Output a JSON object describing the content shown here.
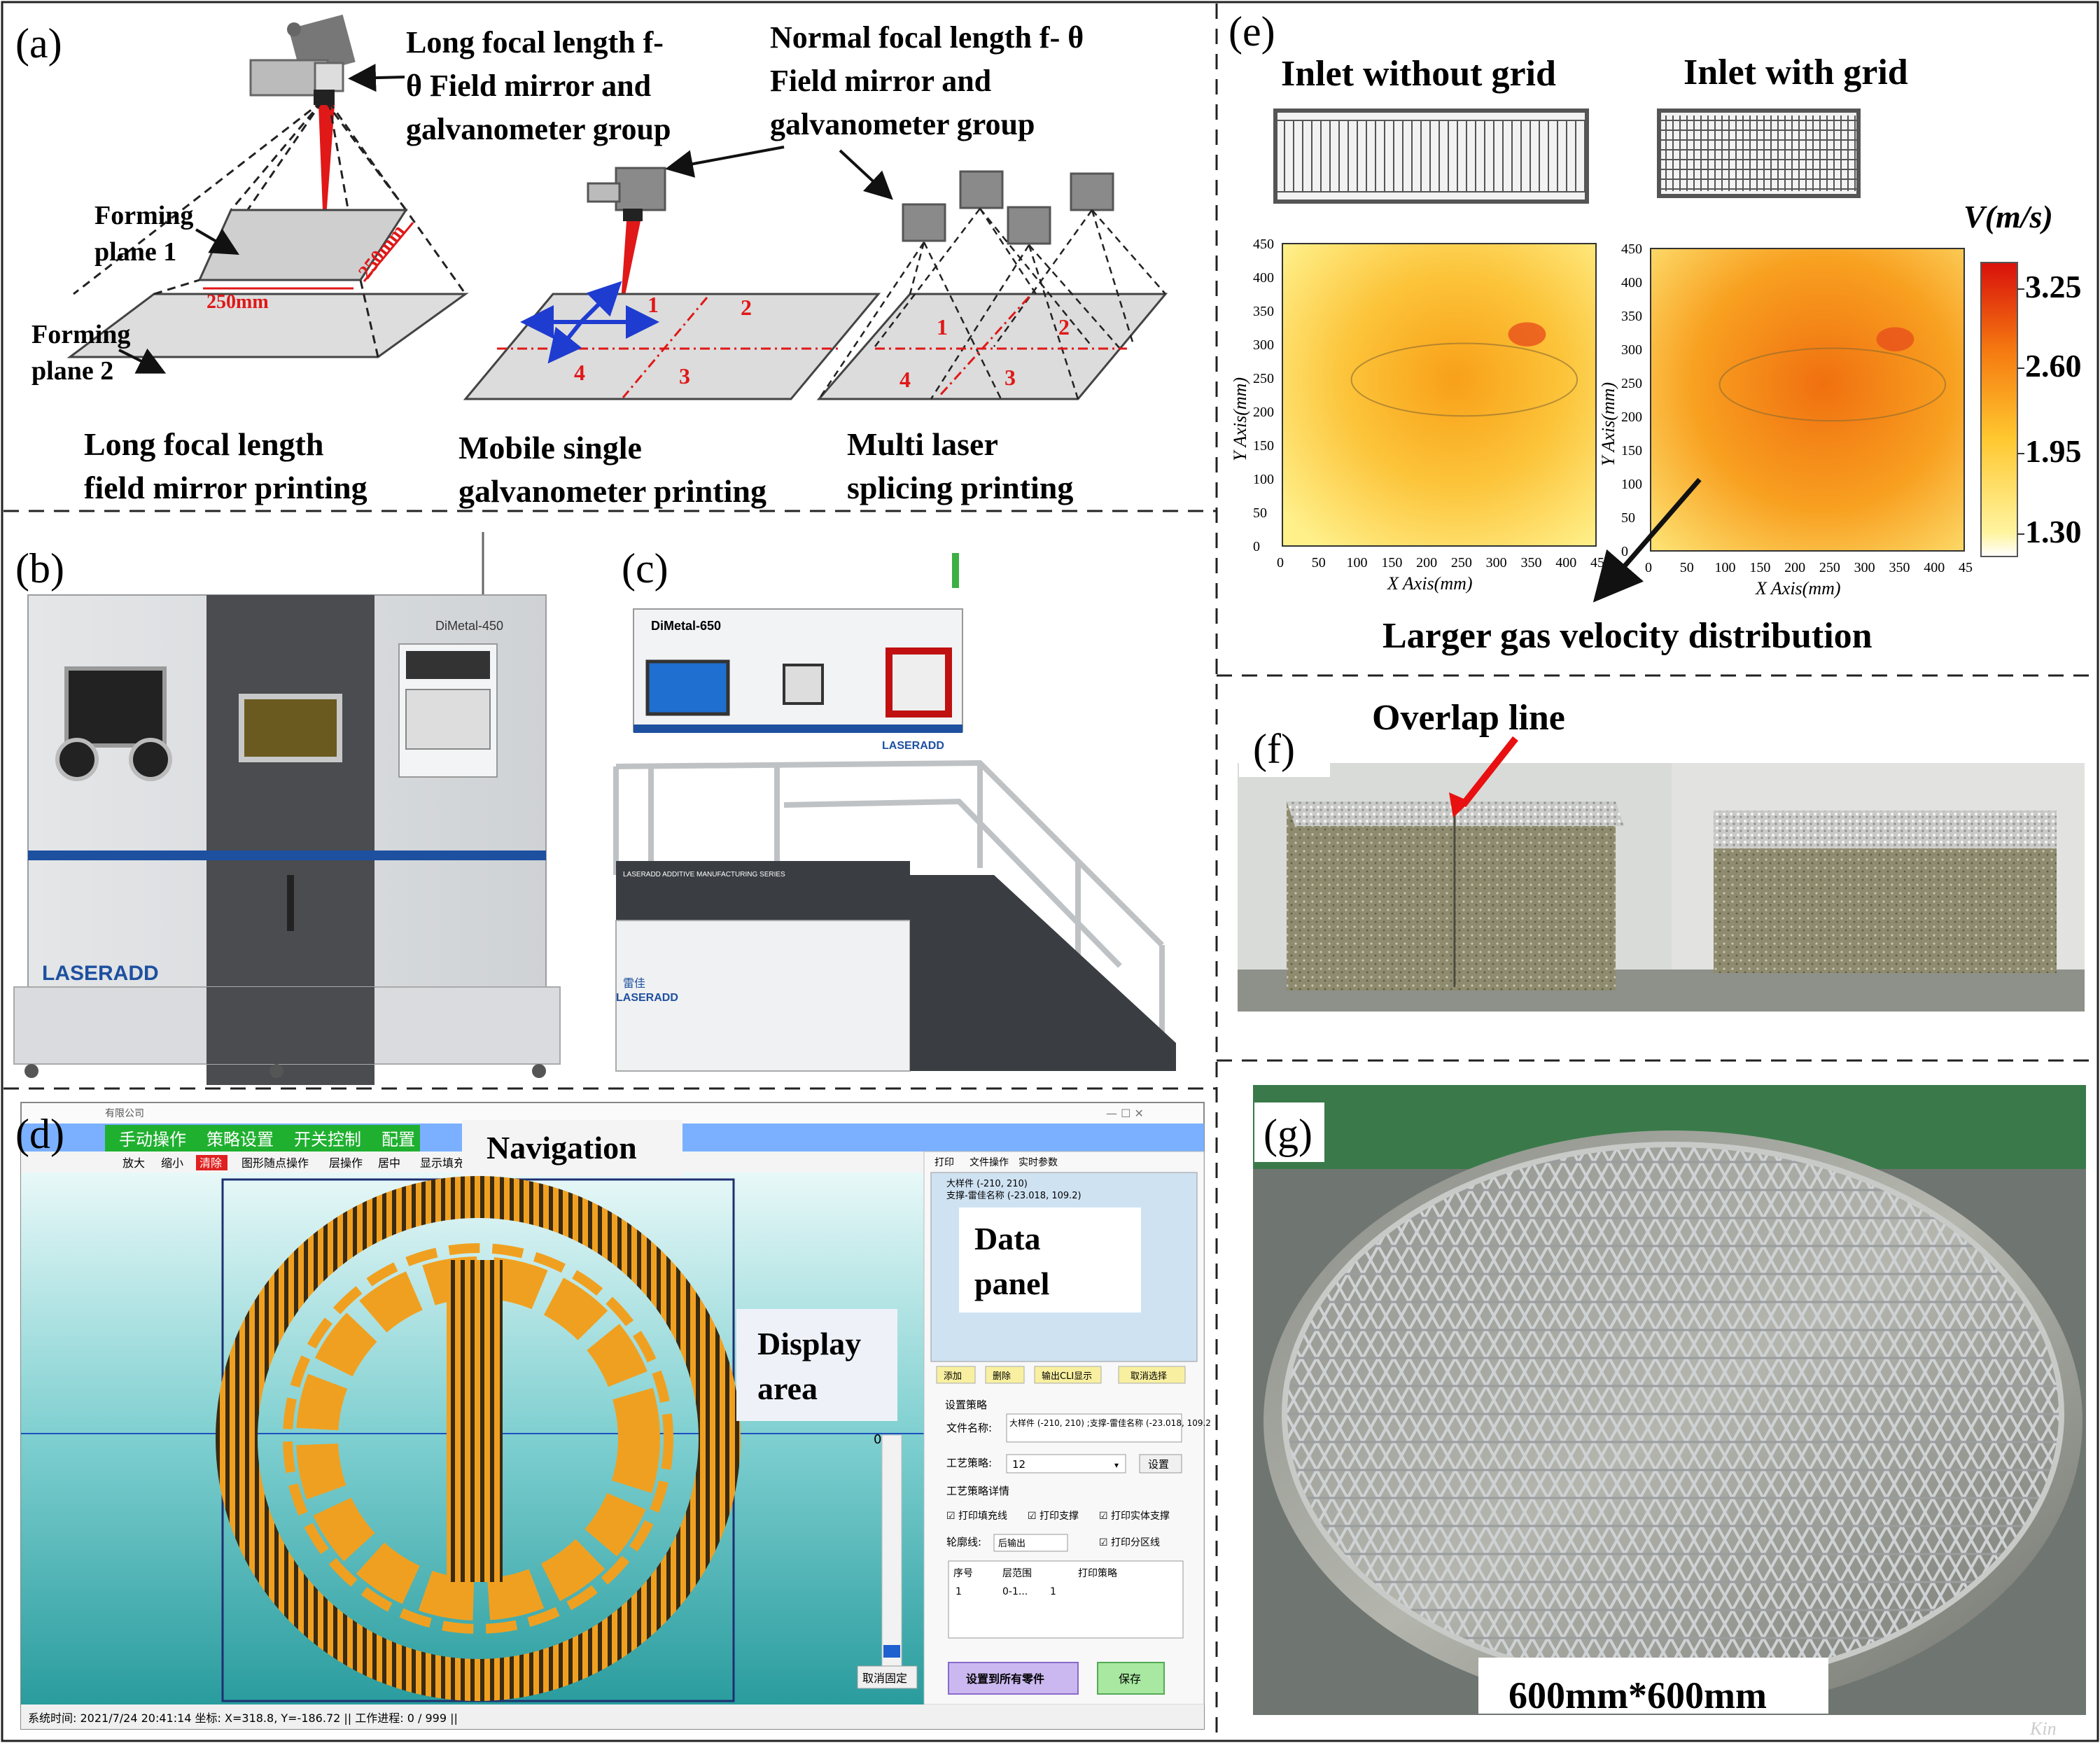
{
  "panels": {
    "a": {
      "letter": "(a)",
      "long_focal_label": "Long focal length f-θ Field mirror and galvanometer group",
      "normal_focal_label": "Normal focal length f- θ Field mirror and galvanometer group",
      "forming_plane_1": "Forming plane 1",
      "forming_plane_2": "Forming plane 2",
      "dim_250_a": "250mm",
      "dim_250_b": "250mm",
      "zones": [
        "1",
        "2",
        "3",
        "4"
      ],
      "caption_1": "Long focal length field mirror printing",
      "caption_2": "Mobile single galvanometer printing",
      "caption_3": "Multi laser splicing printing"
    },
    "b": {
      "letter": "(b)",
      "machine_label": "DiMetal-450",
      "brand": "LASERADD"
    },
    "c": {
      "letter": "(c)",
      "machine_label": "DiMetal-650",
      "brand": "LASERADD",
      "brand_cn": "雷佳",
      "banner_title": "LASERADD ADDITIVE MANUFACTURING SERIES"
    },
    "d": {
      "letter": "(d)",
      "company": "有限公司",
      "menu": [
        "手动操作",
        "策略设置",
        "开关控制",
        "配置"
      ],
      "toolbar": [
        "放大",
        "缩小",
        "清除",
        "图形随点操作",
        "层操作",
        "居中",
        "显示填充"
      ],
      "navigation_label": "Navigation",
      "display_area_label": "Display area",
      "data_panel_label": "Data panel",
      "tabs": [
        "打印",
        "文件操作",
        "实时参数"
      ],
      "tree_lines": [
        "大样件 (-210, 210)",
        "支撑-雷佳名称 (-23.018, 109.2)"
      ],
      "buttons": [
        "添加",
        "删除",
        "输出CLI显示",
        "取消选择"
      ],
      "settings_title": "设置策略",
      "file_name_label": "文件名称:",
      "file_name_value": "大样件 (-210, 210) ;支撑-雷佳名称 (-23.018, 109.2",
      "strategy_label": "工艺策略:",
      "strategy_value": "12",
      "set_button": "设置",
      "details_title": "工艺策略详情",
      "checks": [
        "打印填充线",
        "打印支撑",
        "打印实体支撑"
      ],
      "contour_label": "轮廓线:",
      "contour_value": "后输出",
      "partition_check": "打印分区线",
      "table_headers": [
        "序号",
        "层范围",
        "打印策略"
      ],
      "table_row": [
        "1",
        "0-1...",
        "1"
      ],
      "slider_value": "0",
      "cancel_fix": "取消固定",
      "apply_all": "设置到所有零件",
      "save": "保存",
      "status_bar": "系统时间: 2021/7/24 20:41:14  坐标: X=318.8, Y=-186.72 || 工作进程: 0 / 999 ||"
    },
    "e": {
      "letter": "(e)",
      "title_left": "Inlet without grid",
      "title_right": "Inlet with grid",
      "colorbar_title": "V(m/s)",
      "colorbar_ticks": [
        "3.25",
        "2.60",
        "1.95",
        "1.30"
      ],
      "x_axis_label": "X Axis(mm)",
      "y_axis_label": "Y Axis(mm)",
      "x_ticks": [
        "0",
        "50",
        "100",
        "150",
        "200",
        "250",
        "300",
        "350",
        "400",
        "45"
      ],
      "y_ticks": [
        "0",
        "50",
        "100",
        "150",
        "200",
        "250",
        "300",
        "350",
        "400",
        "450"
      ],
      "annotation": "Larger gas velocity distribution"
    },
    "f": {
      "letter": "(f)",
      "overlap_label": "Overlap line"
    },
    "g": {
      "letter": "(g)",
      "size_label": "600mm*600mm",
      "watermark": "Kin"
    }
  },
  "colors": {
    "heat_low": "#fff2a0",
    "heat_mid": "#ffb020",
    "heat_high": "#e02010",
    "ui_green": "#20b030",
    "ui_blue_strip": "#2f6fd0",
    "canvas_teal": "#30a8a8",
    "part_orange": "#f0a020",
    "laser_red": "#e01818",
    "brand_blue": "#1e50a0"
  }
}
